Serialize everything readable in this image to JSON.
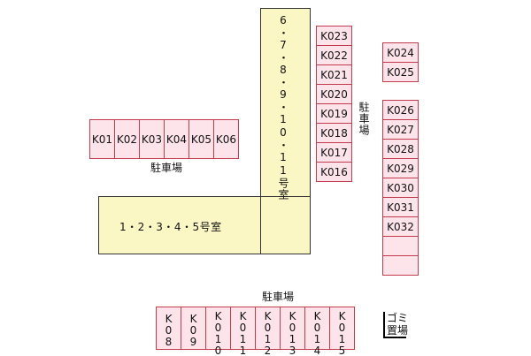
{
  "buildings": {
    "upper": {
      "label": "6・7・8・9・10・11号室"
    },
    "lower": {
      "label": "1・2・3・4・5号室"
    }
  },
  "parking_labels": {
    "west": "駐車場",
    "center": "駐車場",
    "south": "駐車場"
  },
  "garbage": {
    "line1": "ゴミ",
    "line2": "置場"
  },
  "lots": {
    "west_row": [
      "K01",
      "K02",
      "K03",
      "K04",
      "K05",
      "K06"
    ],
    "center_col": [
      "K023",
      "K022",
      "K021",
      "K020",
      "K019",
      "K018",
      "K017",
      "K016"
    ],
    "east_top": [
      "K024",
      "K025"
    ],
    "east_col": [
      "K026",
      "K027",
      "K028",
      "K029",
      "K030",
      "K031",
      "K032",
      "",
      ""
    ],
    "south_row": [
      "K08",
      "K09",
      "K010",
      "K011",
      "K012",
      "K013",
      "K014",
      "K015"
    ]
  },
  "colors": {
    "building_fill": "#fbf7c4",
    "slot_fill": "#fde4ea",
    "slot_border": "#c23a4b"
  }
}
